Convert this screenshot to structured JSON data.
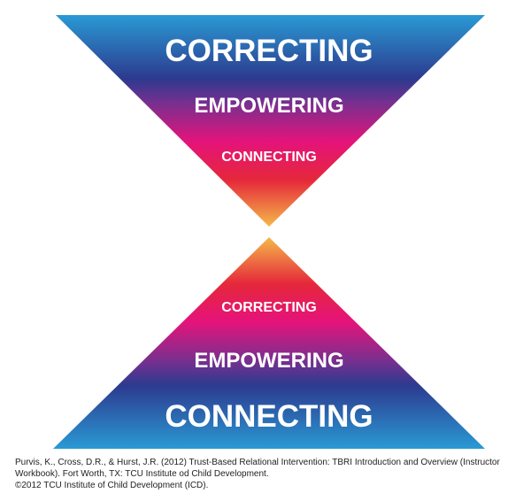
{
  "top_triangle": {
    "labels": [
      "CORRECTING",
      "EMPOWERING",
      "CONNECTING"
    ]
  },
  "bottom_triangle": {
    "labels": [
      "CORRECTING",
      "EMPOWERING",
      "CONNECTING"
    ]
  },
  "gradient_colors": [
    "#2a9ad4",
    "#2c3a8f",
    "#7a2f8f",
    "#e5137a",
    "#e5283a",
    "#f5b84a"
  ],
  "citation": {
    "line1": "Purvis, K., Cross, D.R., & Hurst, J.R. (2012) Trust-Based Relational Intervention: TBRI Introduction and Overview (Instructor",
    "line2": "Workbook). Fort Worth, TX: TCU Institute od Child Development.",
    "line3": "©2012 TCU Institute of Child Development (ICD)."
  }
}
